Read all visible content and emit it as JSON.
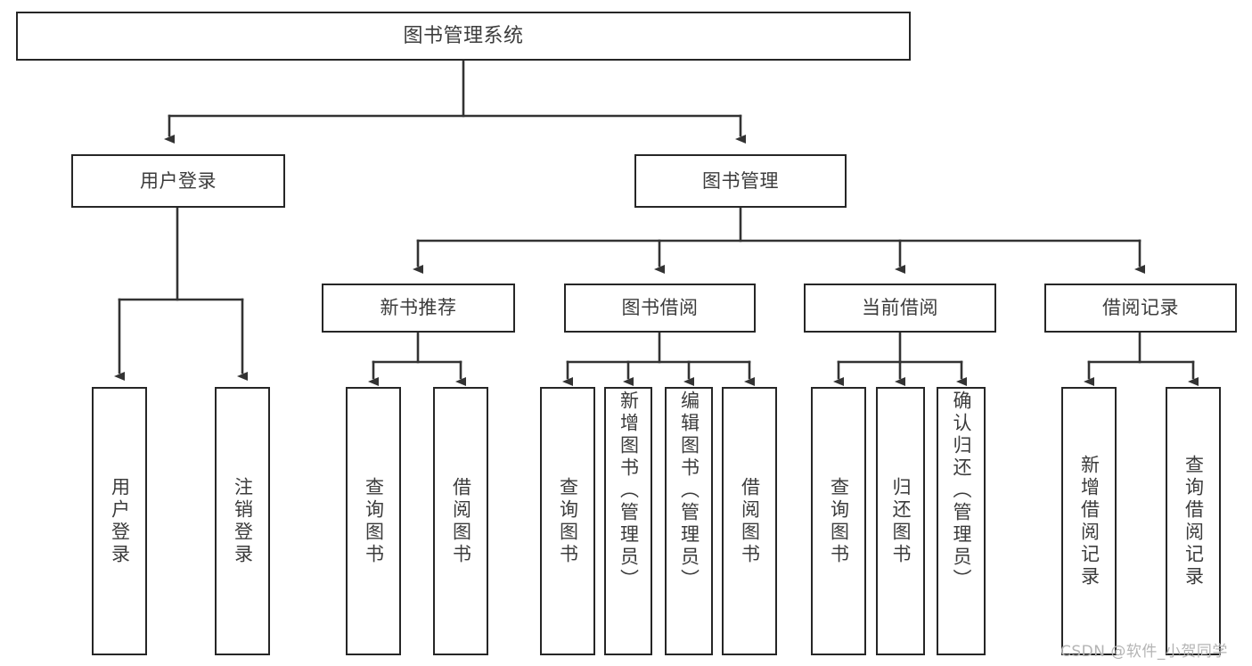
{
  "diagram": {
    "type": "tree-hierarchy",
    "title": "图书管理系统",
    "watermark": "CSDN @软件_小贺同学",
    "colors": {
      "box_border": "#262626",
      "box_fill": "#ffffff",
      "connector": "#333333",
      "text": "#3c3c3c",
      "watermark": "#b4b4b4",
      "background": "#ffffff"
    },
    "levels": {
      "root": {
        "label": "图书管理系统"
      },
      "level2": [
        {
          "id": "user-login",
          "label": "用户登录"
        },
        {
          "id": "book-management",
          "label": "图书管理"
        }
      ],
      "level3": [
        {
          "id": "new-book-recommend",
          "label": "新书推荐",
          "parent": "book-management"
        },
        {
          "id": "book-borrow",
          "label": "图书借阅",
          "parent": "book-management"
        },
        {
          "id": "current-borrow",
          "label": "当前借阅",
          "parent": "book-management"
        },
        {
          "id": "borrow-record",
          "label": "借阅记录",
          "parent": "book-management"
        }
      ],
      "leaves": [
        {
          "id": "leaf-user-login",
          "label": "用户登录",
          "parent": "user-login"
        },
        {
          "id": "leaf-user-logout",
          "label": "注销登录",
          "parent": "user-login"
        },
        {
          "id": "leaf-query-book-1",
          "label": "查询图书",
          "parent": "new-book-recommend"
        },
        {
          "id": "leaf-borrow-book-1",
          "label": "借阅图书",
          "parent": "new-book-recommend"
        },
        {
          "id": "leaf-query-book-2",
          "label": "查询图书",
          "parent": "book-borrow"
        },
        {
          "id": "leaf-add-book",
          "label": "新增图书（管理员）",
          "parent": "book-borrow"
        },
        {
          "id": "leaf-edit-book",
          "label": "编辑图书（管理员）",
          "parent": "book-borrow"
        },
        {
          "id": "leaf-borrow-book-2",
          "label": "借阅图书",
          "parent": "book-borrow"
        },
        {
          "id": "leaf-query-book-3",
          "label": "查询图书",
          "parent": "current-borrow"
        },
        {
          "id": "leaf-return-book",
          "label": "归还图书",
          "parent": "current-borrow"
        },
        {
          "id": "leaf-confirm-return",
          "label": "确认归还（管理员）",
          "parent": "current-borrow"
        },
        {
          "id": "leaf-add-record",
          "label": "新增借阅记录",
          "parent": "borrow-record"
        },
        {
          "id": "leaf-query-record",
          "label": "查询借阅记录",
          "parent": "borrow-record"
        }
      ]
    }
  }
}
